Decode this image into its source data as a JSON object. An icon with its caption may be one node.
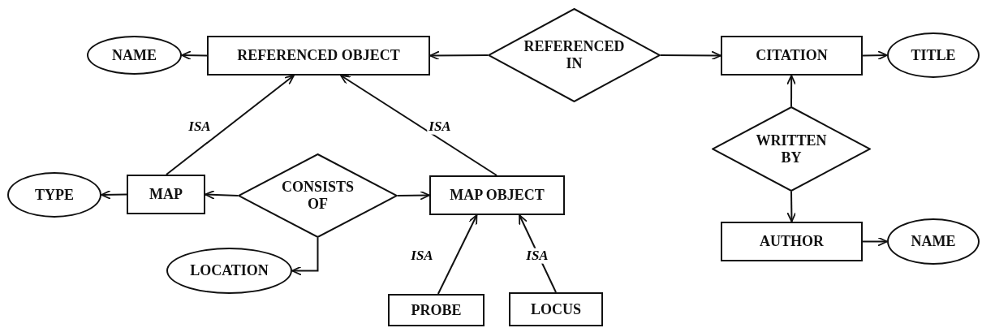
{
  "diagram": {
    "nodes": [
      {
        "text": [
          "NAME"
        ]
      },
      {
        "text": [
          "REFERENCED OBJECT"
        ]
      },
      {
        "text": [
          "REFERENCED IN"
        ]
      },
      {
        "text": [
          "CITATION"
        ]
      },
      {
        "text": [
          "TITLE"
        ]
      },
      {
        "text": [
          "TYPE"
        ]
      },
      {
        "text": [
          "MAP"
        ]
      },
      {
        "text": [
          "CONSISTS OF"
        ]
      },
      {
        "text": [
          "MAP OBJECT"
        ]
      },
      {
        "text": [
          "WRITTEN BY"
        ]
      },
      {
        "text": [
          "LOCATION"
        ]
      },
      {
        "text": [
          "AUTHOR"
        ]
      },
      {
        "text": [
          "NAME"
        ]
      },
      {
        "text": [
          "PROBE"
        ]
      },
      {
        "text": [
          "LOCUS"
        ]
      }
    ],
    "edges": [
      {
        "from": 1,
        "to": 0,
        "arrow": "to"
      },
      {
        "from": 2,
        "to": 1,
        "arrow": "to"
      },
      {
        "from": 2,
        "to": 3,
        "arrow": "to"
      },
      {
        "from": 3,
        "to": 4,
        "arrow": "to"
      },
      {
        "from": 6,
        "to": 1,
        "arrow": "to",
        "label": "ISA"
      },
      {
        "from": 8,
        "to": 1,
        "arrow": "to",
        "label": "ISA"
      },
      {
        "from": 6,
        "to": 5,
        "arrow": "to"
      },
      {
        "from": 7,
        "to": 6,
        "arrow": "to"
      },
      {
        "from": 7,
        "to": 8,
        "arrow": "to"
      },
      {
        "from": 7,
        "to": 10,
        "arrow": "to"
      },
      {
        "from": 9,
        "to": 3,
        "arrow": "to"
      },
      {
        "from": 9,
        "to": 11,
        "arrow": "to"
      },
      {
        "from": 11,
        "to": 12,
        "arrow": "to"
      },
      {
        "from": 13,
        "to": 8,
        "arrow": "to",
        "label": "ISA"
      },
      {
        "from": 14,
        "to": 8,
        "arrow": "to",
        "label": "ISA"
      }
    ]
  }
}
